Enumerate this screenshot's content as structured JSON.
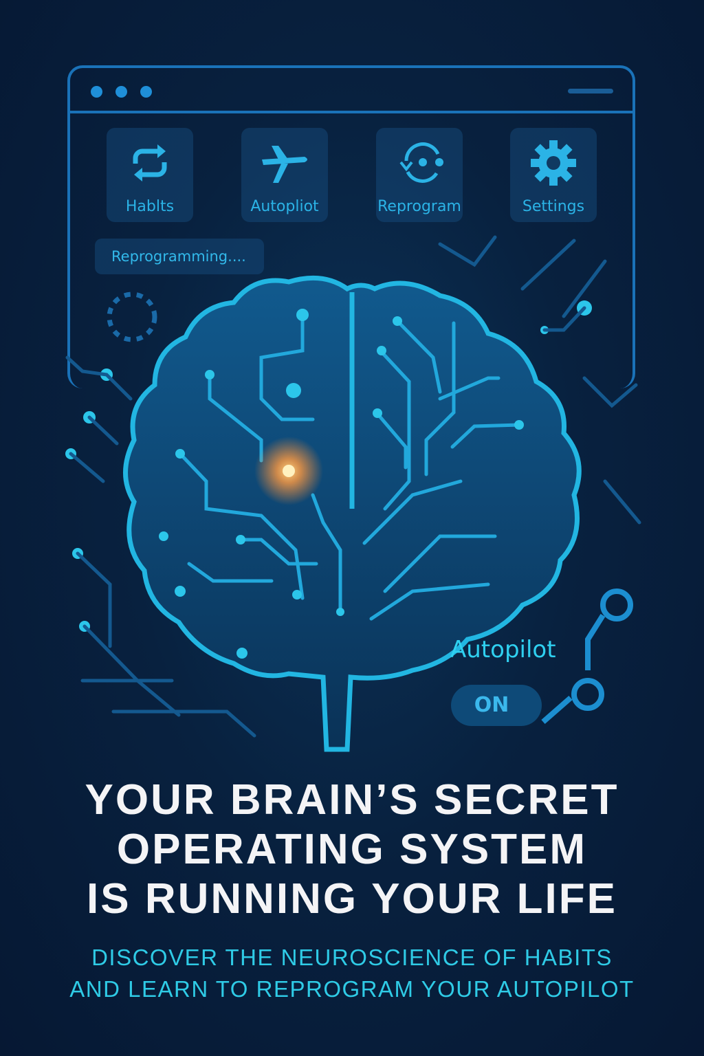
{
  "window": {
    "tiles": [
      {
        "label": "Hablts",
        "icon": "repeat-icon"
      },
      {
        "label": "Autopliot",
        "icon": "airplane-icon"
      },
      {
        "label": "Reprogram",
        "icon": "refresh-cycle-icon"
      },
      {
        "label": "Settings",
        "icon": "gear-icon"
      }
    ],
    "status": "Reprogramming...."
  },
  "autopilot": {
    "label": "Autopilot",
    "toggle": "ON"
  },
  "headline": [
    "YOUR BRAIN’S SECRET",
    "OPERATING SYSTEM",
    "IS RUNNING YOUR LIFE"
  ],
  "subheadline": [
    "DISCOVER THE NEUROSCIENCE OF HABITS",
    "AND LEARN TO REPROGRAM YOUR AUTOPILOT"
  ],
  "colors": {
    "background": "#061833",
    "accent": "#2fcbe6",
    "frame": "#1a72b8",
    "glow": "#ffb060"
  }
}
